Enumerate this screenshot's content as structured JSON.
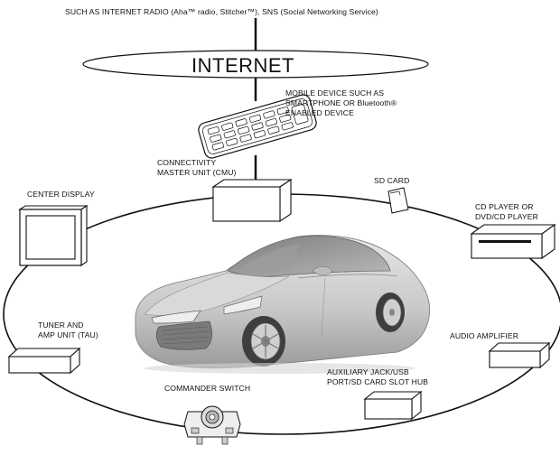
{
  "caption": {
    "top": "SUCH AS INTERNET RADIO (Aha™ radio, Stitcher™), SNS (Social Networking Service)"
  },
  "cloud": {
    "label": "INTERNET"
  },
  "labels": {
    "mobile_line1": "MOBILE DEVICE SUCH AS",
    "mobile_line2": "SMARTPHONE OR Bluetooth®",
    "mobile_line3": "ENABLED DEVICE",
    "cmu_line1": "CONNECTIVITY",
    "cmu_line2": "MASTER UNIT (CMU)",
    "sd_card": "SD CARD",
    "cd_line1": "CD PLAYER OR",
    "cd_line2": "DVD/CD PLAYER",
    "center_display": "CENTER DISPLAY",
    "tuner_line1": "TUNER AND",
    "tuner_line2": "AMP UNIT (TAU)",
    "audio_amplifier": "AUDIO AMPLIFIER",
    "aux_line1": "AUXILIARY JACK/USB",
    "aux_line2": "PORT/SD CARD SLOT HUB",
    "commander": "COMMANDER SWITCH"
  },
  "icons": {
    "phone": "mobile-phone-icon",
    "cmu": "cmu-box-icon",
    "sd": "sd-card-icon",
    "cd": "cd-player-icon",
    "display": "display-monitor-icon",
    "tuner": "tuner-box-icon",
    "amp": "amplifier-box-icon",
    "aux": "aux-hub-box-icon",
    "commander": "commander-knob-icon",
    "car": "car-illustration"
  },
  "colors": {
    "line": "#111111",
    "car": "#cfcfcf",
    "car_dark": "#8c8c8c"
  }
}
